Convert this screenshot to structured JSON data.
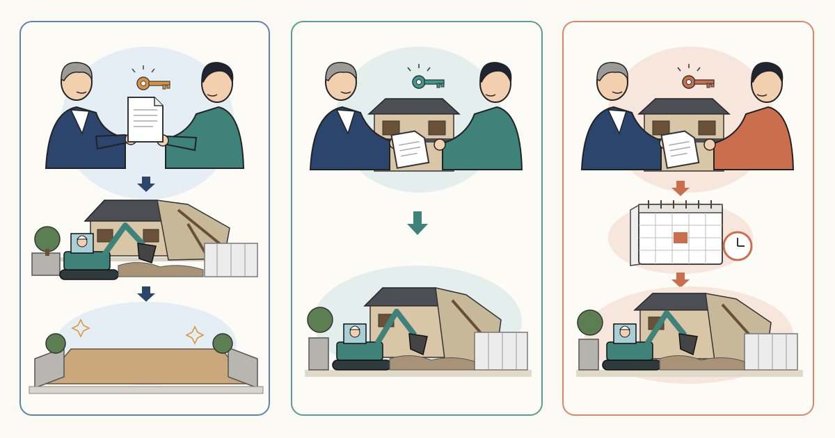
{
  "colors": {
    "navy": "#2b456c",
    "teal": "#3e827a",
    "orange": "#cb6e4e",
    "panel1_border": "#5e82ae",
    "panel2_border": "#5c9a94",
    "panel3_border": "#d8876a"
  },
  "panels": [
    {
      "id": "transfer-then-demolish-then-vacant-lot",
      "accent": "#2b456c",
      "captions": []
    },
    {
      "id": "transfer-with-house-then-demolish",
      "accent": "#3e827a",
      "captions": []
    },
    {
      "id": "transfer-with-house-then-schedule-then-demolish",
      "accent": "#cb6e4e",
      "captions": []
    }
  ],
  "icons": [
    "key-icon",
    "document-icon",
    "down-arrow-icon",
    "calendar-icon",
    "clock-icon",
    "excavator-icon",
    "house-icon",
    "sparkle-icon"
  ]
}
